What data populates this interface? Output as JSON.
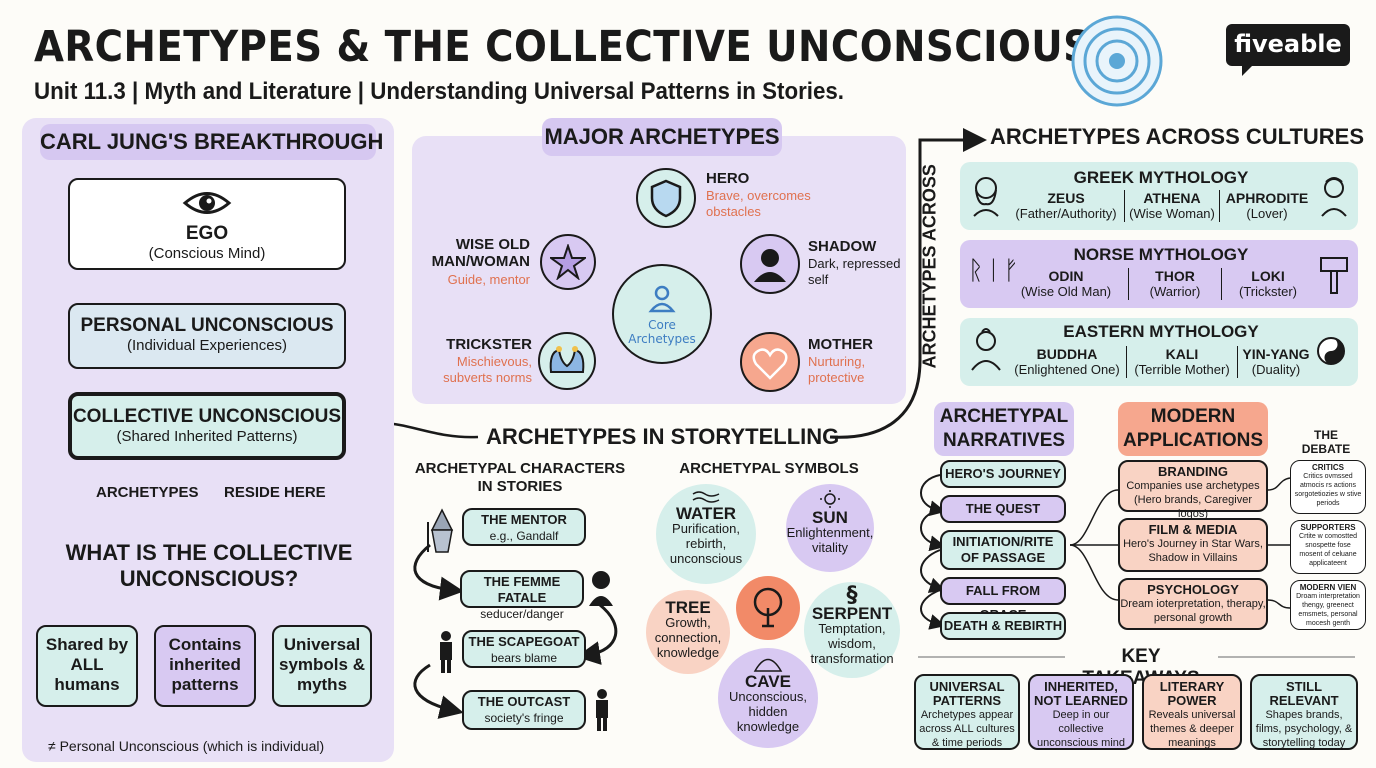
{
  "header": {
    "title": "ARCHETYPES & THE COLLECTIVE UNCONSCIOUS",
    "subtitle": "Unit 11.3 | Myth and Literature | Understanding Universal Patterns in Stories.",
    "brand": "fiveable"
  },
  "jung": {
    "heading": "CARL JUNG'S BREAKTHROUGH",
    "ego_title": "EGO",
    "ego_sub": "(Conscious Mind)",
    "personal_title": "PERSONAL UNCONSCIOUS",
    "personal_sub": "(Individual Experiences)",
    "collective_title": "COLLECTIVE UNCONSCIOUS",
    "collective_sub": "(Shared Inherited Patterns)",
    "archetypes_label": "ARCHETYPES",
    "reside_label": "RESIDE HERE",
    "question": "WHAT IS THE COLLECTIVE UNCONSCIOUS?",
    "traits": [
      "Shared by ALL humans",
      "Contains inherited patterns",
      "Universal symbols & myths"
    ],
    "note": "≠ Personal Unconscious (which is individual)"
  },
  "major": {
    "heading": "MAJOR ARCHETYPES",
    "core": "Core Archetypes",
    "hero_name": "HERO",
    "hero_desc": "Brave, overcomes obstacles",
    "shadow_name": "SHADOW",
    "shadow_desc": "Dark, repressed self",
    "wise_name": "WISE OLD MAN/WOMAN",
    "wise_desc": "Guide, mentor",
    "trickster_name": "TRICKSTER",
    "trickster_desc": "Mischievous, subverts norms",
    "mother_name": "MOTHER",
    "mother_desc": "Nurturing, protective"
  },
  "cultures": {
    "heading": "ARCHETYPES ACROSS CULTURES",
    "vertical": "ARCHETYPES ACROSS",
    "greek_title": "GREEK MYTHOLOGY",
    "greek": [
      [
        "ZEUS",
        "(Father/Authority)"
      ],
      [
        "ATHENA",
        "(Wise Woman)"
      ],
      [
        "APHRODITE",
        "(Lover)"
      ]
    ],
    "norse_title": "NORSE MYTHOLOGY",
    "norse_runes": "ᚱᛁᚠ",
    "norse": [
      [
        "ODIN",
        "(Wise Old Man)"
      ],
      [
        "THOR",
        "(Warrior)"
      ],
      [
        "LOKI",
        "(Trickster)"
      ]
    ],
    "eastern_title": "EASTERN MYTHOLOGY",
    "eastern": [
      [
        "BUDDHA",
        "(Enlightened One)"
      ],
      [
        "KALI",
        "(Terrible Mother)"
      ],
      [
        "YIN-YANG",
        "(Duality)"
      ]
    ]
  },
  "storytelling": {
    "heading": "ARCHETYPES IN STORYTELLING",
    "chars_heading": "ARCHETYPAL CHARACTERS IN STORIES",
    "chars": [
      [
        "THE MENTOR",
        "e.g., Gandalf"
      ],
      [
        "THE FEMME FATALE",
        "seducer/danger"
      ],
      [
        "THE SCAPEGOAT",
        "bears blame"
      ],
      [
        "THE OUTCAST",
        "society's fringe"
      ]
    ],
    "symbols_heading": "ARCHETYPAL SYMBOLS",
    "water_name": "WATER",
    "water_desc": "Purification, rebirth, unconscious",
    "sun_name": "SUN",
    "sun_desc": "Enlightenment, vitality",
    "tree_name": "TREE",
    "tree_desc": "Growth, connection, knowledge",
    "serpent_name": "SERPENT",
    "serpent_desc": "Temptation, wisdom, transformation",
    "cave_name": "CAVE",
    "cave_desc": "Unconscious, hidden knowledge"
  },
  "narratives": {
    "heading": "ARCHETYPAL NARRATIVES",
    "items": [
      "HERO'S JOURNEY",
      "THE QUEST",
      "INITIATION/RITE OF PASSAGE",
      "FALL FROM GRACE",
      "DEATH & REBIRTH"
    ]
  },
  "modern": {
    "heading": "MODERN APPLICATIONS",
    "items": [
      [
        "BRANDING",
        "Companies use archetypes (Hero brands, Caregiver logos)"
      ],
      [
        "FILM & MEDIA",
        "Hero's Journey in Star Wars, Shadow in Villains"
      ],
      [
        "PSYCHOLOGY",
        "Dream ioterpretation, therapy, personal growth"
      ]
    ]
  },
  "debate": {
    "heading": "THE DEBATE",
    "items": [
      [
        "CRITICS",
        "Critics ovmssed atmocis rs actions sorgotetiozies w stive periods"
      ],
      [
        "SUPPORTERS",
        "Crtite w comostted snospette fose mosent of celuane applicateent"
      ],
      [
        "MODERN VIEN",
        "Droam interpretation thengy, greenect emsmets, personal mocesh genth"
      ]
    ]
  },
  "takeaways": {
    "heading": "KEY TAKEAWAYS",
    "items": [
      [
        "UNIVERSAL PATTERNS",
        "Archetypes appear across ALL cultures & time periods"
      ],
      [
        "INHERITED, NOT LEARNED",
        "Deep in our collective unconscious mind"
      ],
      [
        "LITERARY POWER",
        "Reveals universal themes & deeper meanings"
      ],
      [
        "STILL RELEVANT",
        "Shapes brands, films, psychology, & storytelling today"
      ]
    ]
  },
  "colors": {
    "mint": "#d6efeb",
    "lavender": "#e8e0f6",
    "purple": "#d8c9f2",
    "peach": "#f9d3c4",
    "coral": "#e0714f",
    "target": "#5ba7d6"
  }
}
